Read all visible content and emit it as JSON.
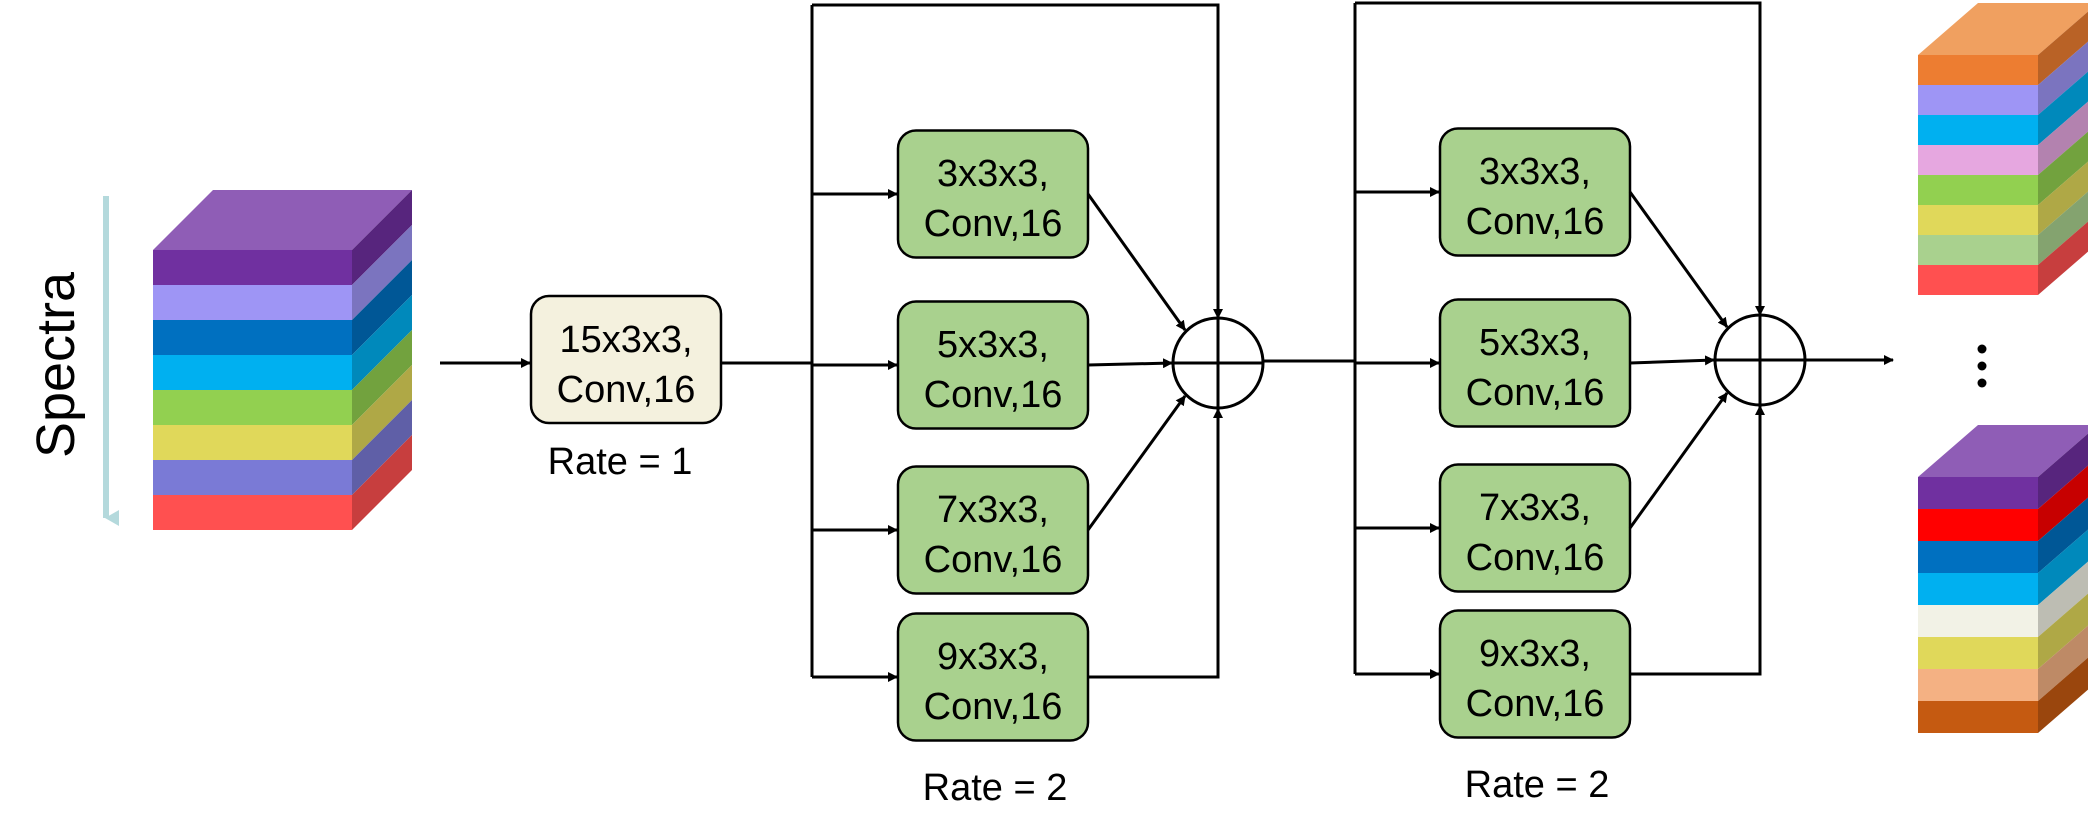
{
  "spectra_label": "Spectra",
  "first_block": {
    "label_line1": "15x3x3,",
    "label_line2": "Conv,16",
    "rate": "Rate = 1"
  },
  "block_a": {
    "rate": "Rate = 2",
    "branches": [
      {
        "line1": "3x3x3,",
        "line2": "Conv,16"
      },
      {
        "line1": "5x3x3,",
        "line2": "Conv,16"
      },
      {
        "line1": "7x3x3,",
        "line2": "Conv,16"
      },
      {
        "line1": "9x3x3,",
        "line2": "Conv,16"
      }
    ]
  },
  "block_b": {
    "rate": "Rate = 2",
    "branches": [
      {
        "line1": "3x3x3,",
        "line2": "Conv,16"
      },
      {
        "line1": "5x3x3,",
        "line2": "Conv,16"
      },
      {
        "line1": "7x3x3,",
        "line2": "Conv,16"
      },
      {
        "line1": "9x3x3,",
        "line2": "Conv,16"
      }
    ]
  },
  "ellipsis": "⋮",
  "colors": {
    "conv_box_fill": "#a9d18e",
    "first_box_fill": "#f4f1de",
    "spectra_arrow": "#b4d9dc",
    "input_cube_layers": [
      "#7030a0",
      "#9e95f5",
      "#0070c0",
      "#00b0f0",
      "#92d050",
      "#e0d85a",
      "#7a7ad6",
      "#ff5050"
    ],
    "input_cube_top": "#8f5db6",
    "output_cube_top_layers": [
      "#ed7d31",
      "#9e95f5",
      "#00b0f0",
      "#e6a7e0",
      "#92d050",
      "#e0d85a",
      "#a9d18e",
      "#ff5050"
    ],
    "output_cube_top_top": "#f0a060",
    "output_cube_bottom_layers": [
      "#7030a0",
      "#ff0000",
      "#0070c0",
      "#00b0f0",
      "#f2f2e6",
      "#e0d85a",
      "#f4b183",
      "#c55a11"
    ],
    "output_cube_bottom_top": "#8f5db6"
  }
}
